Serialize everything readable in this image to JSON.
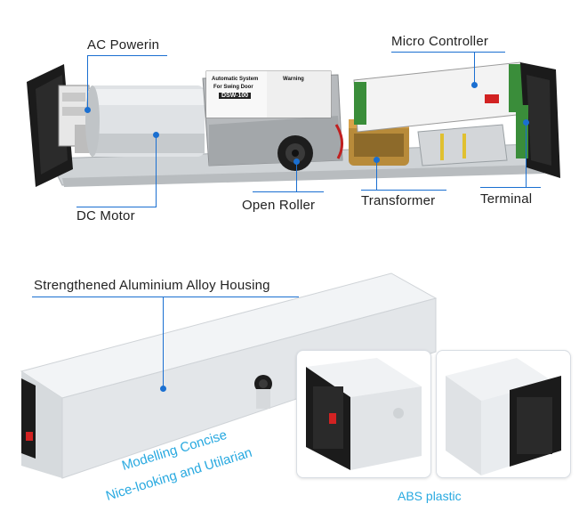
{
  "top_labels": {
    "ac_powerin": "AC Powerin",
    "micro_controller": "Micro Controller",
    "dc_motor": "DC Motor",
    "open_roller": "Open Roller",
    "transformer": "Transformer",
    "terminal": "Terminal"
  },
  "motor_plate": {
    "title": "Automatic System",
    "subtitle": "For Swing Door",
    "model": "DSW-100",
    "warning_title": "Warning"
  },
  "bottom_labels": {
    "housing": "Strengthened Aluminium Alloy Housing",
    "slogan_1": "Modelling Concise",
    "slogan_2": "Nice-looking and Utilarian",
    "abs_plastic": "ABS plastic"
  },
  "colors": {
    "accent_blue": "#1a6fd1",
    "slogan_cyan": "#28a9e0",
    "aluminium": "#e9ecef",
    "endcap_black": "#1b1b1b",
    "pcb_green": "#3a8d3a",
    "switch_red": "#d22222"
  }
}
